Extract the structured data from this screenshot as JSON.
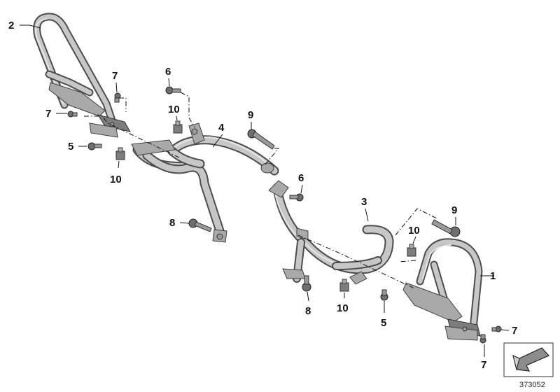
{
  "callouts": {
    "c1": "1",
    "c2": "2",
    "c3": "3",
    "c4": "4",
    "c5a": "5",
    "c5b": "5",
    "c6a": "6",
    "c6b": "6",
    "c7a": "7",
    "c7b": "7",
    "c7c": "7",
    "c7d": "7",
    "c8a": "8",
    "c8b": "8",
    "c9a": "9",
    "c9b": "9",
    "c10a": "10",
    "c10b": "10",
    "c10c": "10",
    "c10d": "10"
  },
  "diagram_number": "373052"
}
